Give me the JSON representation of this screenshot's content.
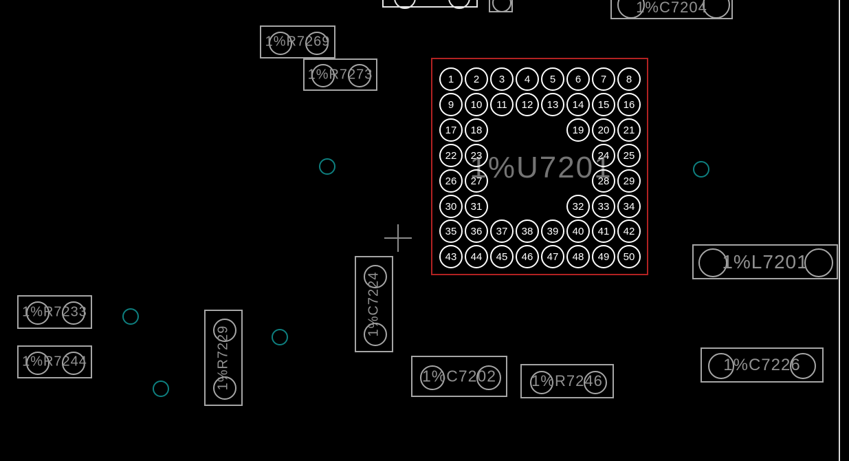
{
  "colors": {
    "background": "#000000",
    "outline": "#a6a6a6",
    "label": "#919191",
    "ic_outline": "#b22222",
    "ic_label": "#747474",
    "pad_stroke": "#ffffff",
    "pin_text": "#ffffff",
    "via": "#0e8080",
    "crosshair": "#8c8c8c",
    "board_edge": "#d9d9d9"
  },
  "components": {
    "c7204": {
      "label": "1%C7204"
    },
    "r7269": {
      "label": "1%R7269"
    },
    "r7273": {
      "label": "1%R7273"
    },
    "c7224": {
      "label": "1%C7224"
    },
    "r7233": {
      "label": "1%R7233"
    },
    "r7244": {
      "label": "1%R7244"
    },
    "r7229": {
      "label": "1%R7229"
    },
    "c7202": {
      "label": "1%C7202"
    },
    "r7246": {
      "label": "1%R7246"
    },
    "l7201": {
      "label": "1%L7201"
    },
    "c7226": {
      "label": "1%C7226"
    }
  },
  "ic": {
    "refdes": "1%U7201",
    "pads": [
      [
        1,
        1,
        1
      ],
      [
        2,
        1,
        2
      ],
      [
        3,
        1,
        3
      ],
      [
        4,
        1,
        4
      ],
      [
        5,
        1,
        5
      ],
      [
        6,
        1,
        6
      ],
      [
        7,
        1,
        7
      ],
      [
        8,
        1,
        8
      ],
      [
        9,
        2,
        1
      ],
      [
        10,
        2,
        2
      ],
      [
        11,
        2,
        3
      ],
      [
        12,
        2,
        4
      ],
      [
        13,
        2,
        5
      ],
      [
        14,
        2,
        6
      ],
      [
        15,
        2,
        7
      ],
      [
        16,
        2,
        8
      ],
      [
        17,
        3,
        1
      ],
      [
        18,
        3,
        2
      ],
      [
        19,
        3,
        6
      ],
      [
        20,
        3,
        7
      ],
      [
        21,
        3,
        8
      ],
      [
        22,
        4,
        1
      ],
      [
        23,
        4,
        2
      ],
      [
        24,
        4,
        7
      ],
      [
        25,
        4,
        8
      ],
      [
        26,
        5,
        1
      ],
      [
        27,
        5,
        2
      ],
      [
        28,
        5,
        7
      ],
      [
        29,
        5,
        8
      ],
      [
        30,
        6,
        1
      ],
      [
        31,
        6,
        2
      ],
      [
        32,
        6,
        6
      ],
      [
        33,
        6,
        7
      ],
      [
        34,
        6,
        8
      ],
      [
        35,
        7,
        1
      ],
      [
        36,
        7,
        2
      ],
      [
        37,
        7,
        3
      ],
      [
        38,
        7,
        4
      ],
      [
        39,
        7,
        5
      ],
      [
        40,
        7,
        6
      ],
      [
        41,
        7,
        7
      ],
      [
        42,
        7,
        8
      ],
      [
        43,
        8,
        1
      ],
      [
        44,
        8,
        2
      ],
      [
        45,
        8,
        3
      ],
      [
        46,
        8,
        4
      ],
      [
        47,
        8,
        5
      ],
      [
        48,
        8,
        6
      ],
      [
        49,
        8,
        7
      ],
      [
        50,
        8,
        8
      ]
    ]
  }
}
